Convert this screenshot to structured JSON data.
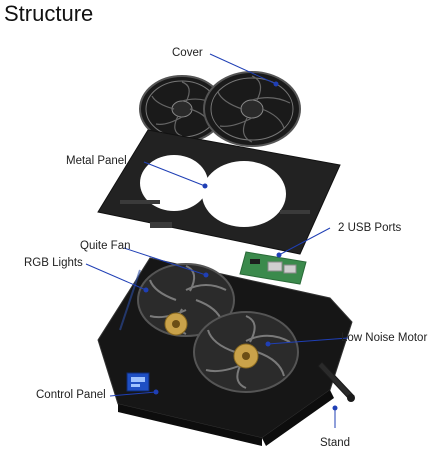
{
  "title": "Structure",
  "labels": {
    "cover": "Cover",
    "metal_panel": "Metal Panel",
    "usb_ports": "2 USB Ports",
    "quite_fan": "Quite Fan",
    "rgb_lights": "RGB Lights",
    "low_noise_motor": "Low Noise Motor",
    "control_panel": "Control Panel",
    "stand": "Stand"
  },
  "colors": {
    "leader": "#1f3fb5",
    "body": "#161616",
    "metal": "#222222",
    "pcb": "#3b8a4c",
    "motor": "#c9a24a"
  }
}
